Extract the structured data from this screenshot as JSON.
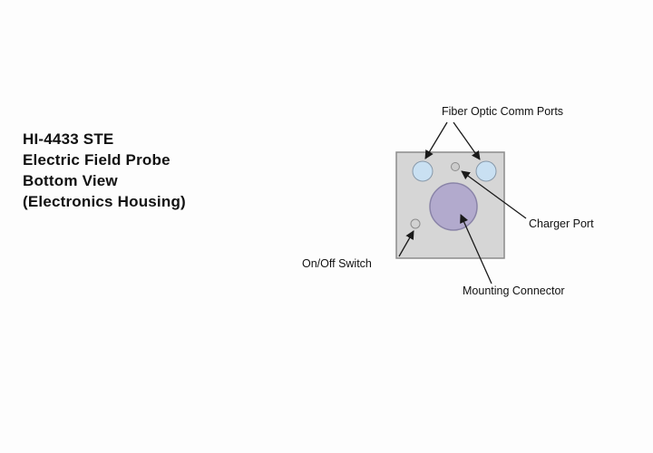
{
  "title": {
    "lines": [
      "HI-4433 STE",
      "Electric Field Probe",
      "Bottom View",
      "(Electronics Housing)"
    ]
  },
  "diagram": {
    "labels": {
      "fiber_optic_ports": "Fiber Optic Comm Ports",
      "charger_port": "Charger Port",
      "on_off_switch": "On/Off Switch",
      "mounting_connector": "Mounting Connector"
    },
    "colors": {
      "housing": "#d6d6d6",
      "fiber_port": "#c9e0f2",
      "charger_port": "#cccccc",
      "mounting_connector": "#b2aacd",
      "switch": "#d2d2d2",
      "arrow": "#1a1a1a"
    }
  }
}
